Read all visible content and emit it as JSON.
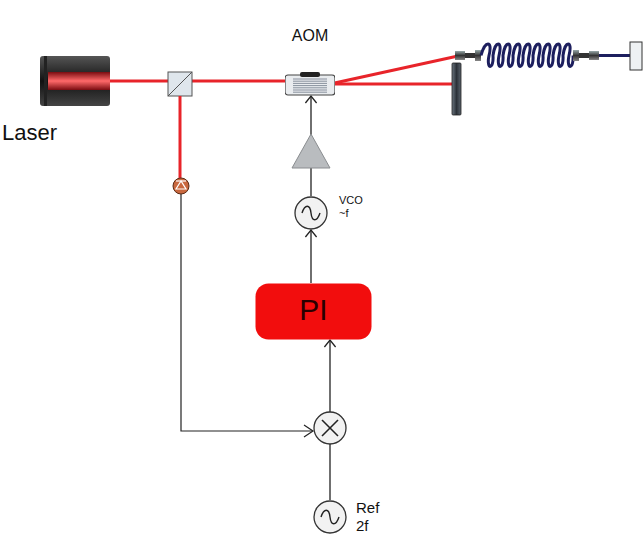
{
  "diagram": {
    "nodes": [
      {
        "text": [
          "Laser"
        ]
      },
      {
        "text": [
          "AOM"
        ]
      },
      {
        "text": [
          "VCO ~f"
        ]
      },
      {
        "text": [
          "PI"
        ]
      },
      {
        "text": [
          "Ref 2f"
        ]
      }
    ],
    "edges": [
      {
        "from": 0,
        "to": 1,
        "arrow": "none"
      },
      {
        "from": 2,
        "to": 1,
        "arrow": "to"
      },
      {
        "from": 3,
        "to": 2,
        "arrow": "to"
      },
      {
        "from": 4,
        "to": 3,
        "arrow": "to"
      }
    ]
  }
}
